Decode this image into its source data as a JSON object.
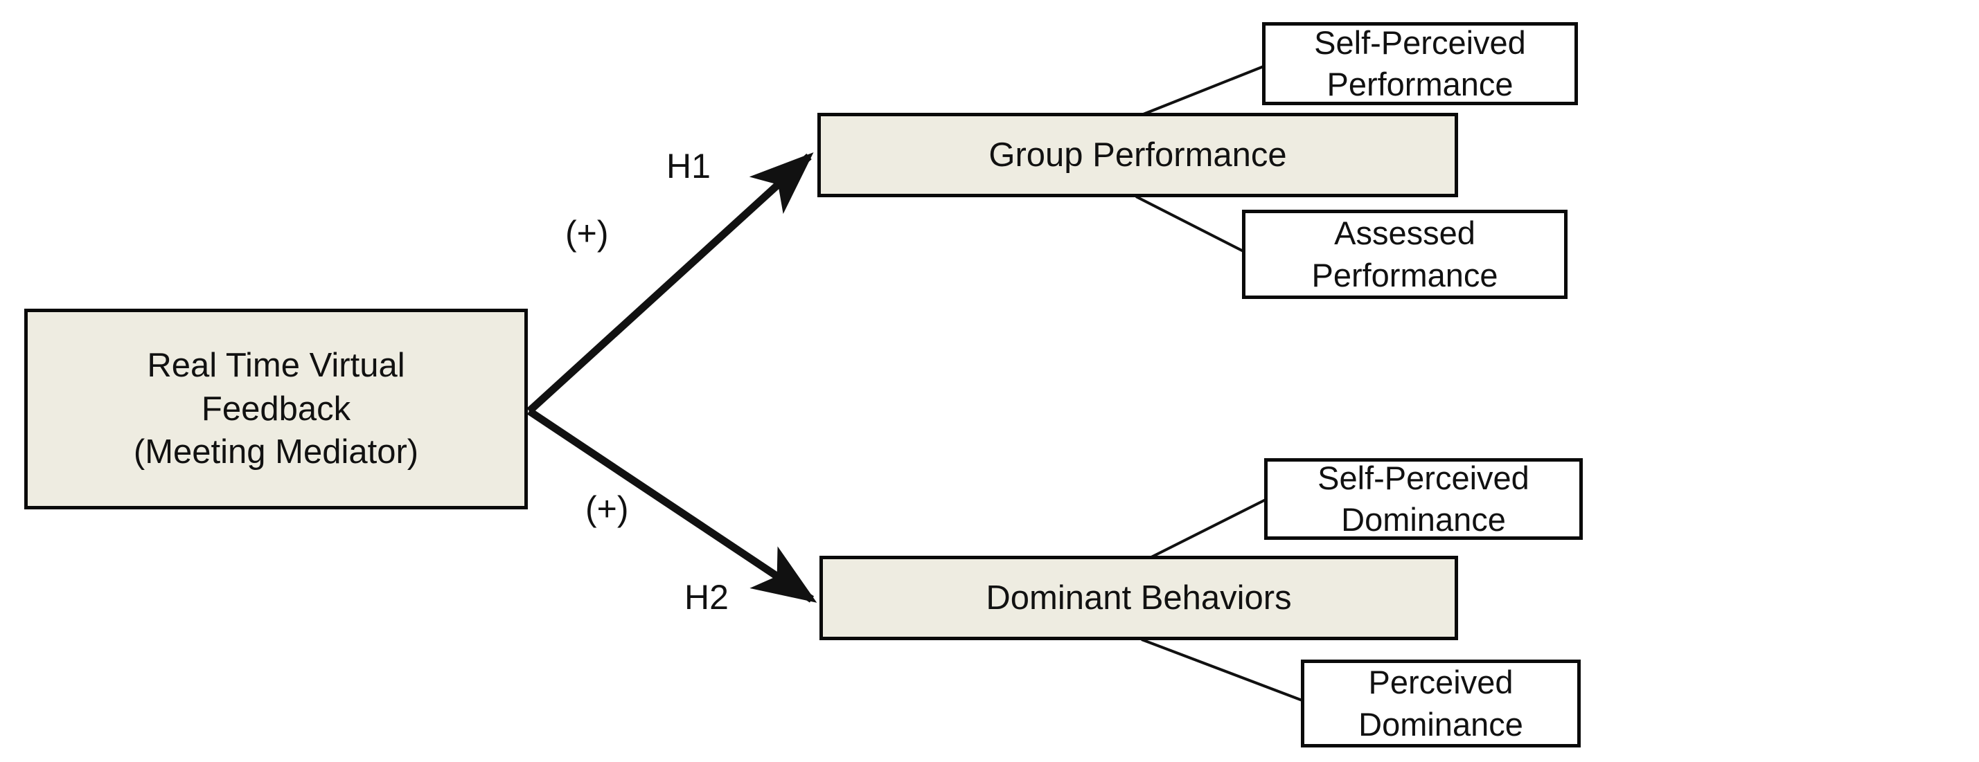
{
  "diagram": {
    "type": "research-hypothesis-model",
    "colors": {
      "node_fill_mediator": "#eeece1",
      "node_fill_outcome": "#ffffff",
      "node_border": "#0a0a0a",
      "edge": "#111111",
      "background": "#ffffff",
      "text": "#111111"
    },
    "nodes": {
      "intervention": {
        "label": "Real Time Virtual\nFeedback\n(Meeting Mediator)",
        "line1": "Real Time Virtual",
        "line2": "Feedback",
        "line3": "(Meeting Mediator)"
      },
      "mediators": [
        {
          "id": "group-performance",
          "label": "Group Performance"
        },
        {
          "id": "dominant-behaviors",
          "label": "Dominant Behaviors"
        }
      ],
      "outcomes": [
        {
          "id": "self-perceived-performance",
          "label": "Self-Perceived Performance"
        },
        {
          "id": "assessed-performance",
          "label": "Assessed Performance"
        },
        {
          "id": "self-perceived-dominance",
          "label": "Self-Perceived Dominance"
        },
        {
          "id": "perceived-dominance",
          "label": "Perceived Dominance"
        }
      ]
    },
    "edges": [
      {
        "id": "h1",
        "from": "Real Time Virtual Feedback (Meeting Mediator)",
        "to": "Group Performance",
        "hypothesis_label": "H1",
        "sign_label": "(+)",
        "arrow": true
      },
      {
        "id": "h2",
        "from": "Real Time Virtual Feedback (Meeting Mediator)",
        "to": "Dominant Behaviors",
        "hypothesis_label": "H2",
        "sign_label": "(+)",
        "arrow": true
      },
      {
        "id": "gp-spp",
        "from": "Group Performance",
        "to": "Self-Perceived Performance",
        "hypothesis_label": "",
        "sign_label": "",
        "arrow": false
      },
      {
        "id": "gp-ap",
        "from": "Group Performance",
        "to": "Assessed Performance",
        "hypothesis_label": "",
        "sign_label": "",
        "arrow": false
      },
      {
        "id": "db-spd",
        "from": "Dominant Behaviors",
        "to": "Self-Perceived Dominance",
        "hypothesis_label": "",
        "sign_label": "",
        "arrow": false
      },
      {
        "id": "db-pd",
        "from": "Dominant Behaviors",
        "to": "Perceived Dominance",
        "hypothesis_label": "",
        "sign_label": "",
        "arrow": false
      }
    ],
    "edge_labels": {
      "h1": "H1",
      "h2": "H2",
      "plus_top": "(+)",
      "plus_bottom": "(+)"
    }
  }
}
